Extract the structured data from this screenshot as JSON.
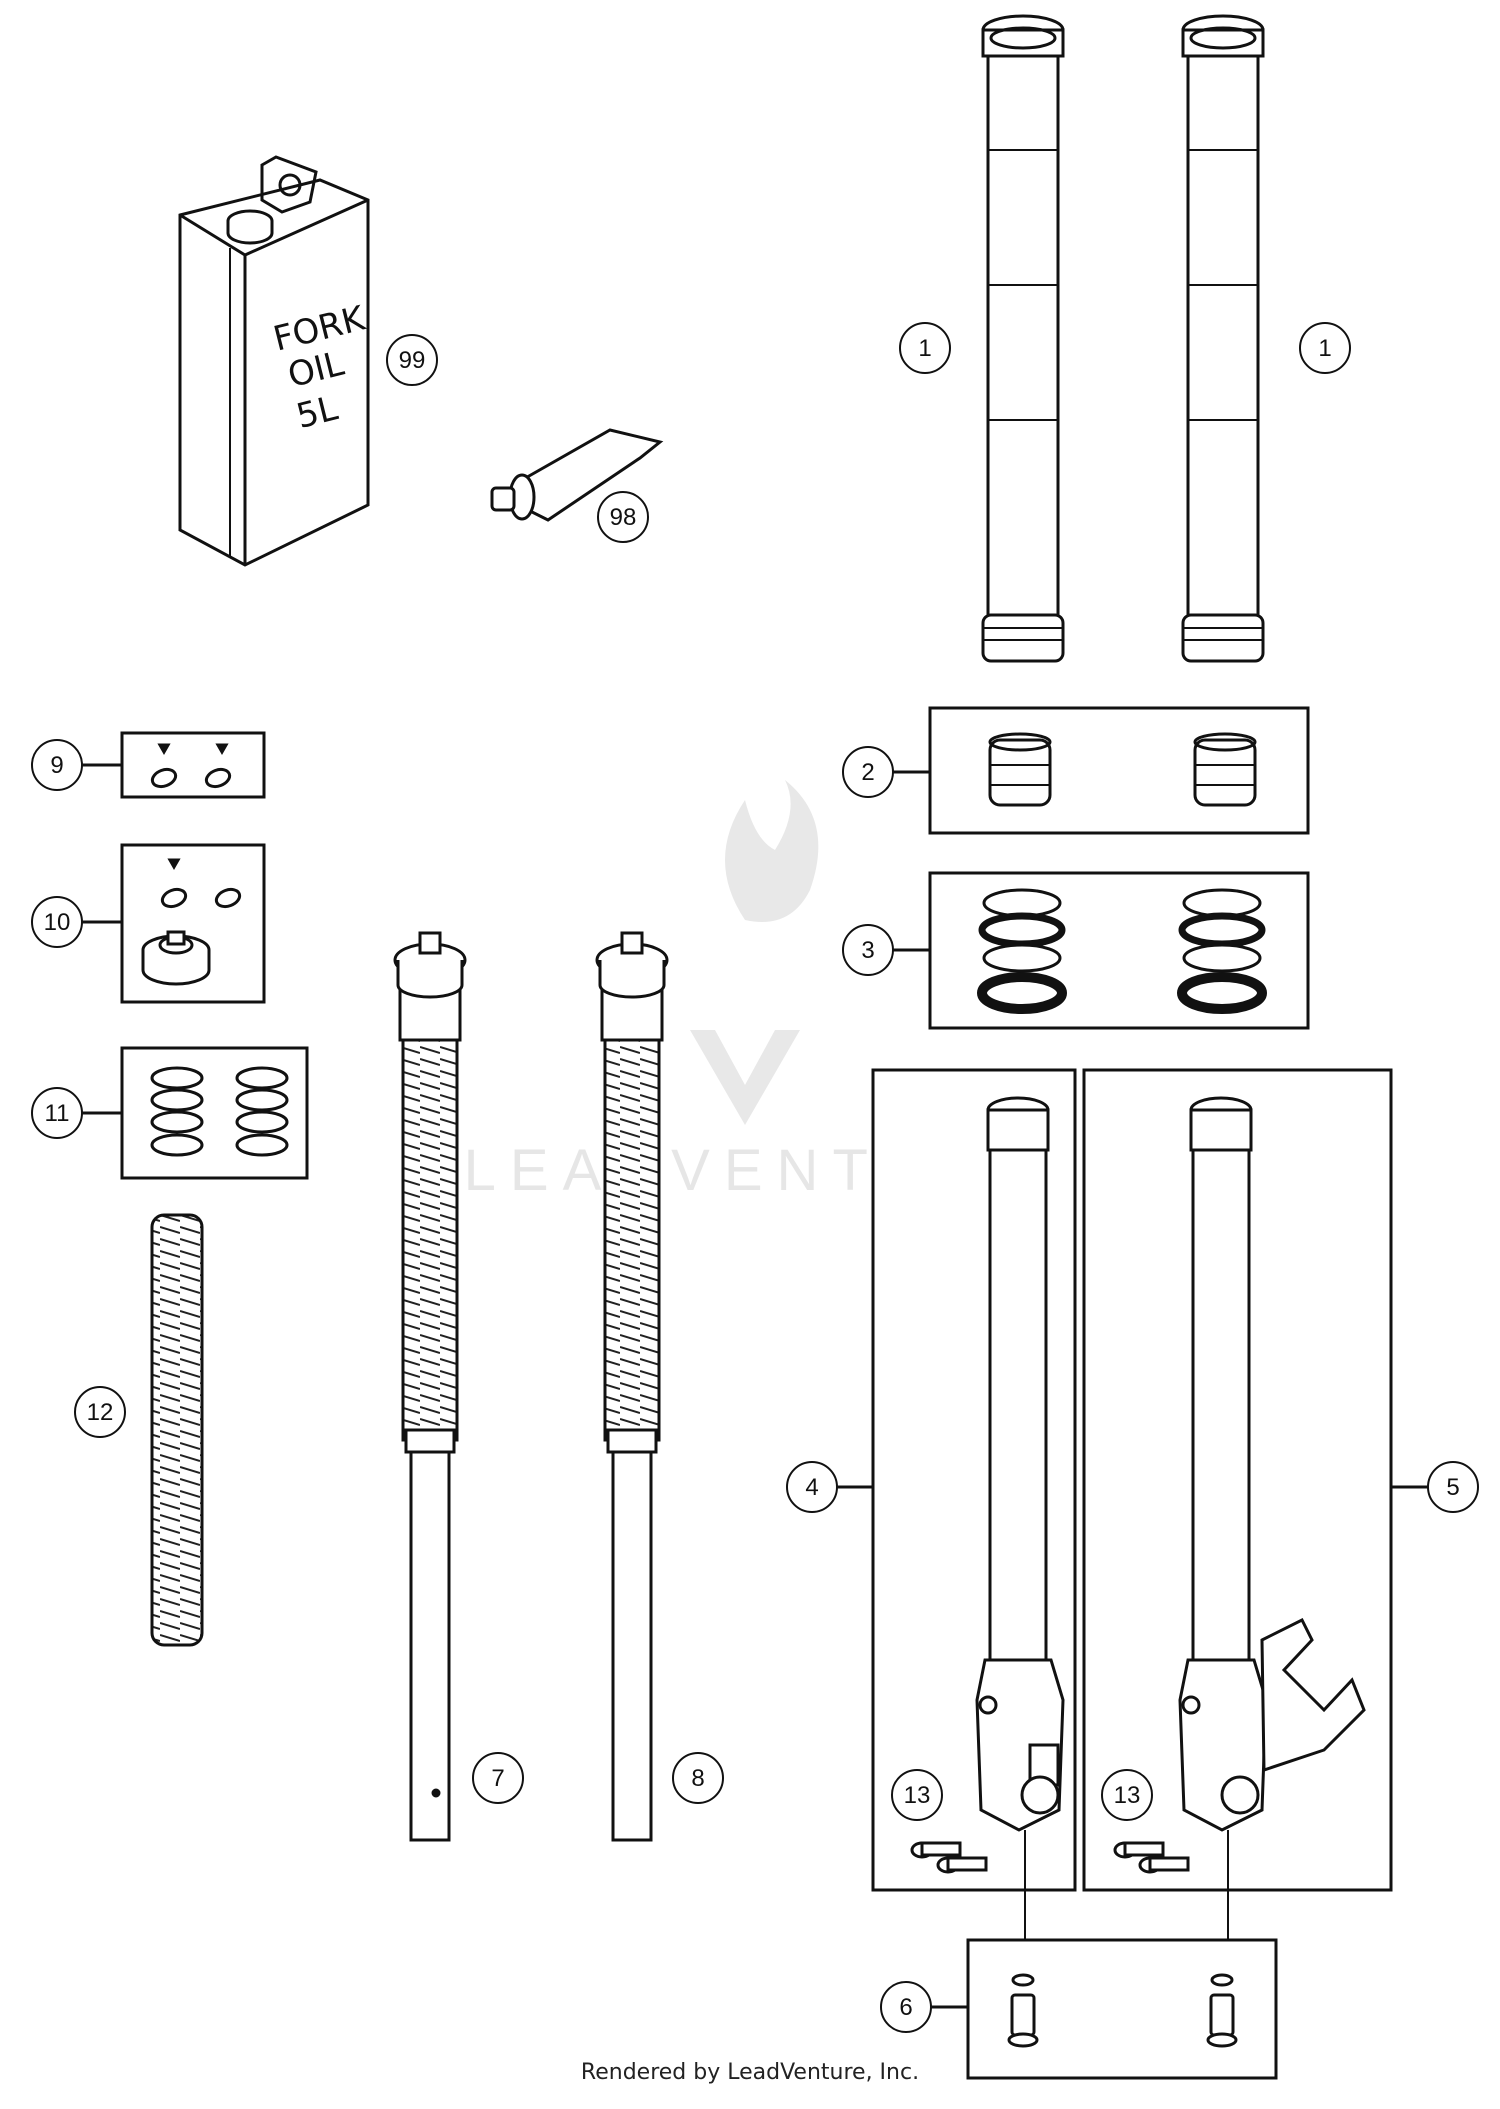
{
  "diagram": {
    "can_label": [
      "FORK",
      "OIL",
      "5L"
    ],
    "watermark": "LEADVENTURE",
    "footer": "Rendered by LeadVenture, Inc.",
    "callouts": {
      "c1a": "1",
      "c1b": "1",
      "c2": "2",
      "c3": "3",
      "c4": "4",
      "c5": "5",
      "c6": "6",
      "c7": "7",
      "c8": "8",
      "c9": "9",
      "c10": "10",
      "c11": "11",
      "c12": "12",
      "c13a": "13",
      "c13b": "13",
      "c98": "98",
      "c99": "99"
    }
  }
}
